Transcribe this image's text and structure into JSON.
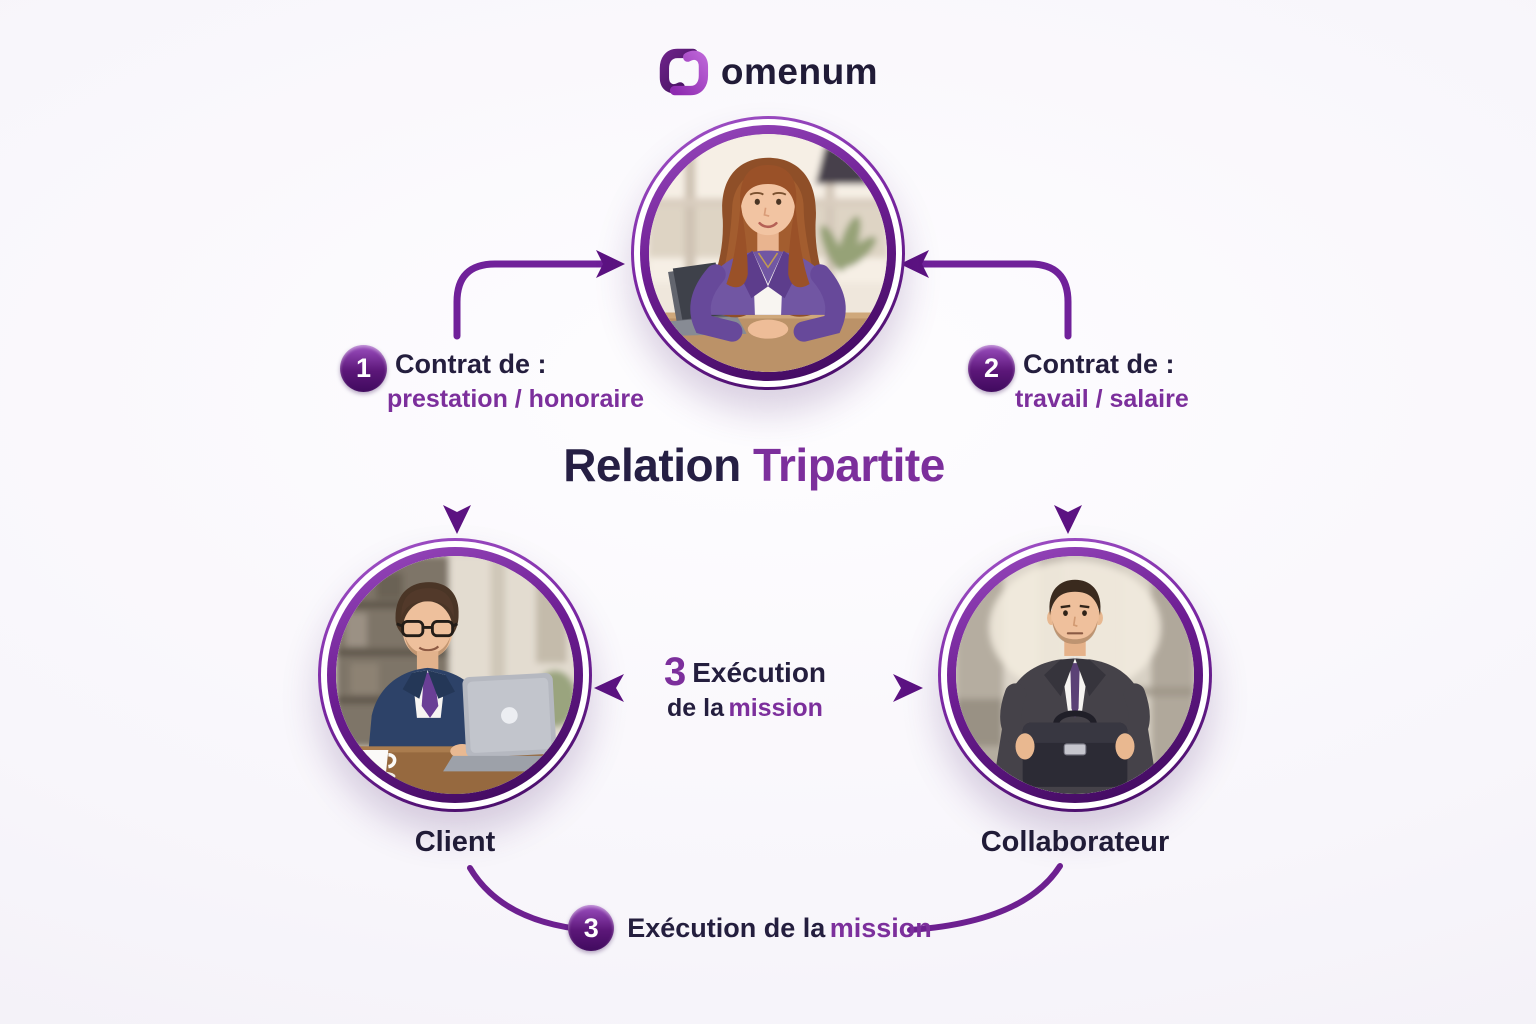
{
  "logo": {
    "text": "omenum",
    "icon": "omenum-n-link-icon"
  },
  "title": {
    "dark": "Relation",
    "purple": "Tripartite"
  },
  "contract_left": {
    "number": "1",
    "line1": "Contrat de :",
    "line2": "prestation / honoraire"
  },
  "contract_right": {
    "number": "2",
    "line1": "Contrat de :",
    "line2": "travail / salaire"
  },
  "execution_middle": {
    "number": "3",
    "line1": "Exécution",
    "line2_dark": "de la",
    "line2_purple": "mission"
  },
  "execution_bottom": {
    "number": "3",
    "dark": "Exécution de la",
    "purple": "mission"
  },
  "nodes": {
    "company": {
      "portrait": "businesswoman-at-desk-portrait"
    },
    "client": {
      "label": "Client",
      "portrait": "businessman-with-laptop-portrait"
    },
    "collaborator": {
      "label": "Collaborateur",
      "portrait": "businessman-with-briefcase-portrait"
    }
  },
  "colors": {
    "navy_text": "#241e3e",
    "purple_text": "#7c2f9c",
    "arrow_purple": "#70219a",
    "ring_gradient_top": "#9b4cc0",
    "ring_gradient_bottom": "#3c0859",
    "badge_top": "#9c4fc0",
    "badge_bottom": "#400a5e",
    "background": "#f8f6fb"
  }
}
